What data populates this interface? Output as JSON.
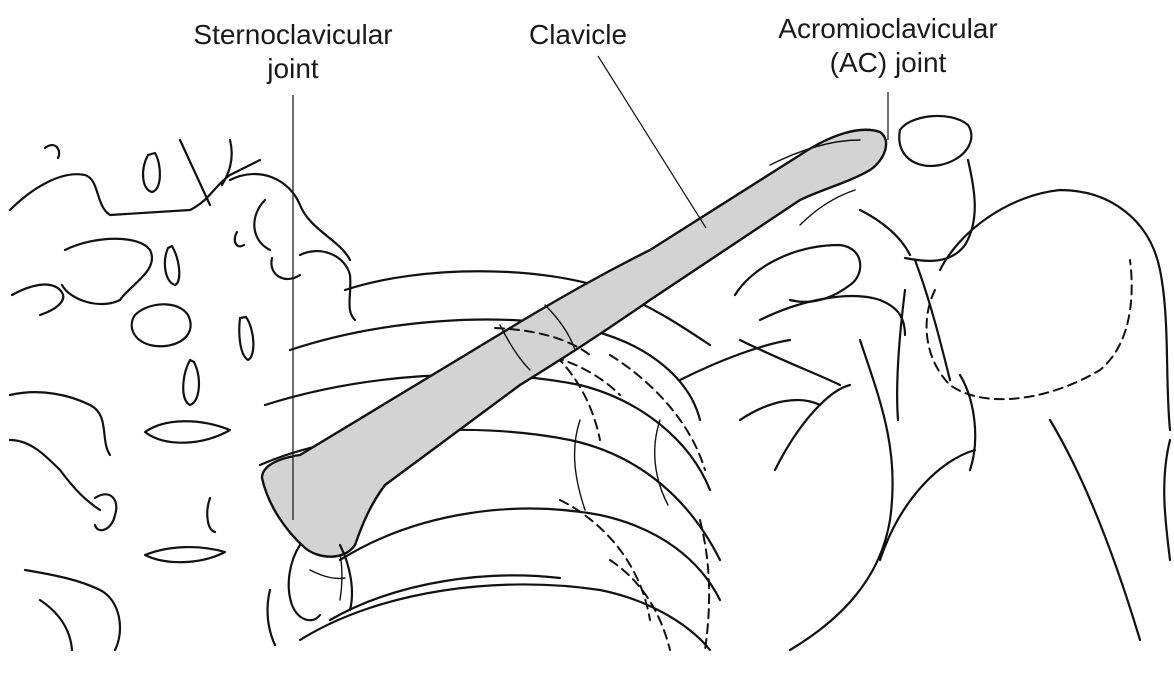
{
  "labels": {
    "sternoclavicular": [
      "Sternoclavicular",
      "joint"
    ],
    "clavicle": "Clavicle",
    "acromioclavicular": [
      "Acromioclavicular",
      "(AC) joint"
    ]
  },
  "colors": {
    "clavicle_fill": "#d3d3d3",
    "ink": "#111111",
    "background": "#ffffff"
  }
}
